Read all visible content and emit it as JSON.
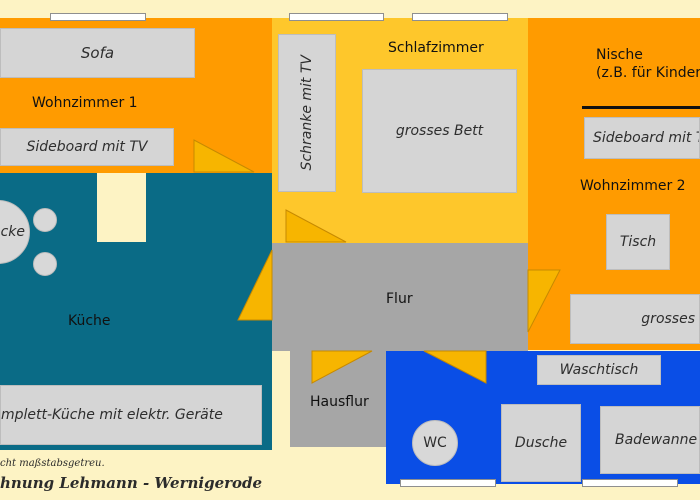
{
  "rooms": {
    "wohnzimmer1": "Wohnzimmer 1",
    "schlafzimmer": "Schlafzimmer",
    "nische_line1": "Nische",
    "nische_line2": "(z.B. für Kinder",
    "wohnzimmer2": "Wohnzimmer 2",
    "kueche": "Küche",
    "flur": "Flur",
    "hausflur": "Hausflur"
  },
  "furniture": {
    "sofa": "Sofa",
    "sideboard1": "Sideboard mit TV",
    "schranke": "Schranke mit TV",
    "bett": "grosses Bett",
    "sideboard2": "Sideboard mit T",
    "tisch": "Tisch",
    "grosses": "grosses",
    "ecke": "ecke",
    "kueche_geraete": "mplett-Küche mit elektr. Geräte",
    "waschtisch": "Waschtisch",
    "wc": "WC",
    "dusche": "Dusche",
    "badewanne": "Badewanne"
  },
  "caption": {
    "note": "cht maßstabsgetreu.",
    "title": "hnung Lehmann  -  Wernigerode"
  },
  "colors": {
    "orange": "#ff9b00",
    "yellow": "#fec72b",
    "teal": "#0a6b86",
    "grey": "#a6a6a6",
    "blue": "#0a4ee6",
    "door": "#f7b500"
  }
}
